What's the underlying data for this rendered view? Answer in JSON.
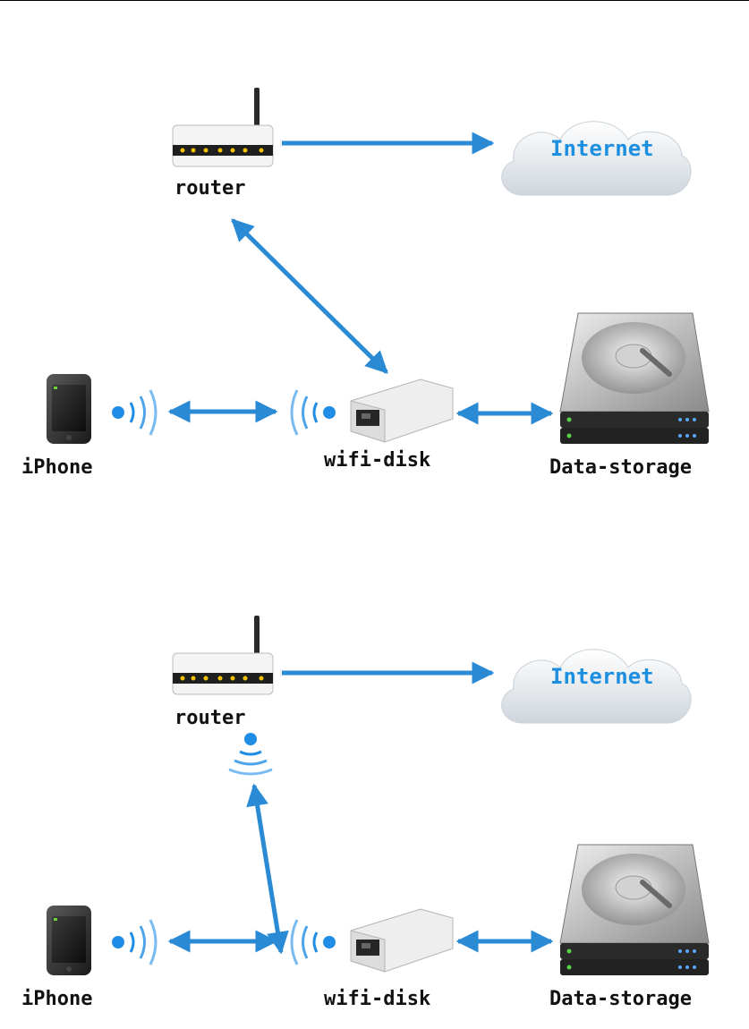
{
  "diagram1": {
    "nodes": {
      "router": "router",
      "internet": "Internet",
      "iphone": "iPhone",
      "wifi_disk": "wifi-disk",
      "data_storage": "Data-storage"
    }
  },
  "diagram2": {
    "nodes": {
      "router": "router",
      "internet": "Internet",
      "iphone": "iPhone",
      "wifi_disk": "wifi-disk",
      "data_storage": "Data-storage"
    }
  },
  "colors": {
    "arrow": "#2a8ad4",
    "cloud_text": "#1d8fe0",
    "signal": "#1f8de6"
  },
  "icons": [
    "router-icon",
    "cloud-icon",
    "iphone-icon",
    "wifi-disk-icon",
    "hard-drive-icon",
    "wireless-signal-icon"
  ]
}
